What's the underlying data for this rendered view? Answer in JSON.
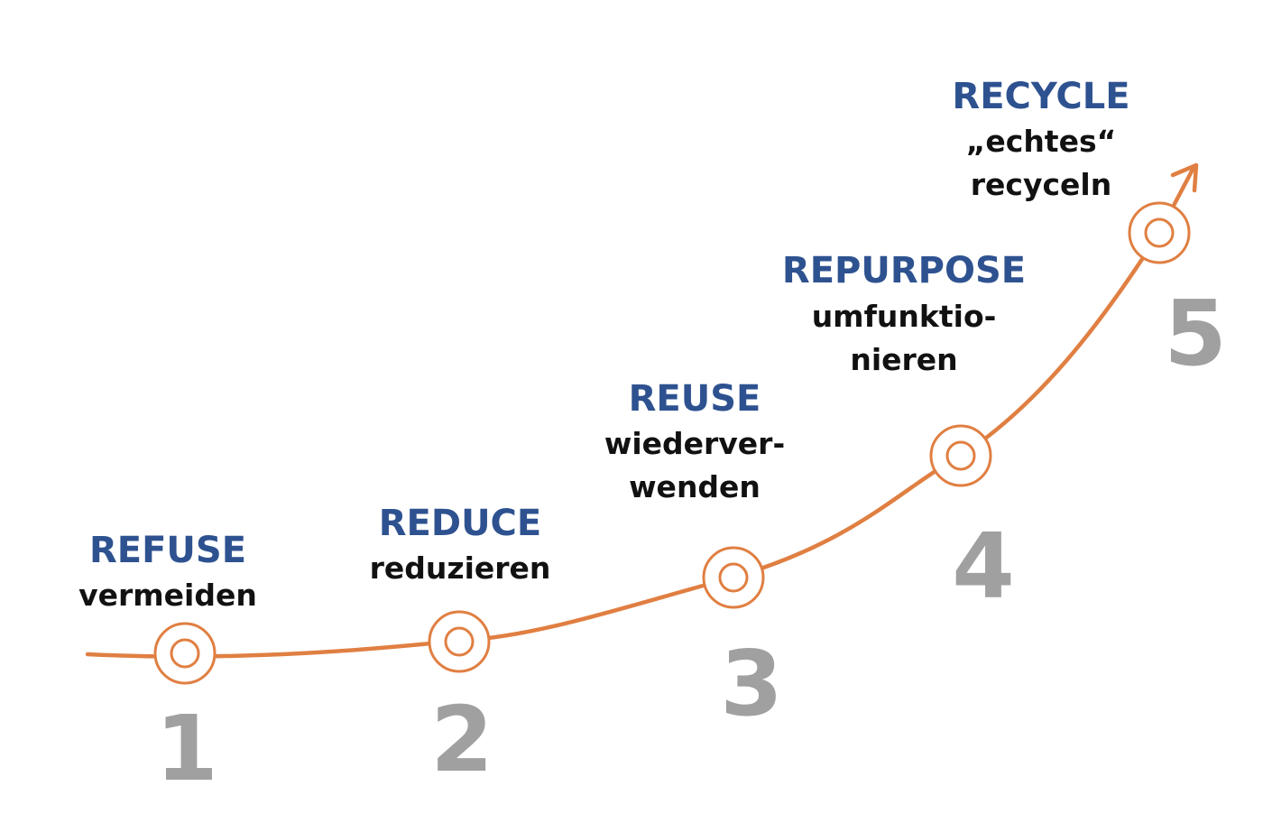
{
  "colors": {
    "curve": "#E07F42",
    "title": "#2E5290",
    "description": "#111111",
    "number": "#A0A0A0",
    "background": "#FFFFFF"
  },
  "steps": [
    {
      "number": "1",
      "title": "REFUSE",
      "description": "vermeiden"
    },
    {
      "number": "2",
      "title": "REDUCE",
      "description": "reduzieren"
    },
    {
      "number": "3",
      "title": "REUSE",
      "description": "wiederver-\nwenden"
    },
    {
      "number": "4",
      "title": "REPURPOSE",
      "description": "umfunktio-\nnieren"
    },
    {
      "number": "5",
      "title": "RECYCLE",
      "description": "„echtes“\nrecyceln"
    }
  ]
}
